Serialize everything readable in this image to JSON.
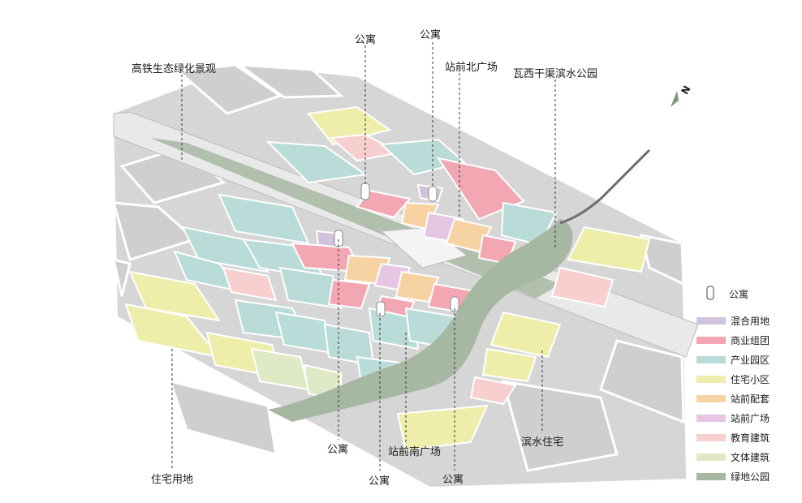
{
  "colors": {
    "mixed": "#d3c2dc",
    "commercial": "#f2a7b2",
    "industrial": "#b9dcd9",
    "residential": "#eeeeaa",
    "station_support": "#f7d3a4",
    "station_plaza": "#e6c6e3",
    "education": "#f7cfcf",
    "culture": "#dfe9c6",
    "green": "#a6b8a2",
    "road_gray": "#cfcfcf",
    "rail": "#e9e9e9",
    "water": "#6d6d6d"
  },
  "labels": {
    "hsr_landscape": "高铁生态绿化景观",
    "apt_top_1": "公寓",
    "apt_top_2": "公寓",
    "north_plaza": "站前北广场",
    "park": "瓦西干渠滨水公园",
    "apt_bottom_1": "公寓",
    "south_plaza": "站前南广场",
    "apt_bottom_2": "公寓",
    "apt_bottom_3": "公寓",
    "residential_land": "住宅用地",
    "waterfront_res": "滨水住宅"
  },
  "north_arrow": {
    "letter": "N",
    "icon": "north-arrow-icon"
  },
  "legend": {
    "apartment": "公寓",
    "items": [
      {
        "key": "mixed",
        "label": "混合用地"
      },
      {
        "key": "commercial",
        "label": "商业组团"
      },
      {
        "key": "industrial",
        "label": "产业园区"
      },
      {
        "key": "residential",
        "label": "住宅小区"
      },
      {
        "key": "station_support",
        "label": "站前配套"
      },
      {
        "key": "station_plaza",
        "label": "站前广场"
      },
      {
        "key": "education",
        "label": "教育建筑"
      },
      {
        "key": "culture",
        "label": "文体建筑"
      },
      {
        "key": "green",
        "label": "绿地公园"
      }
    ]
  }
}
